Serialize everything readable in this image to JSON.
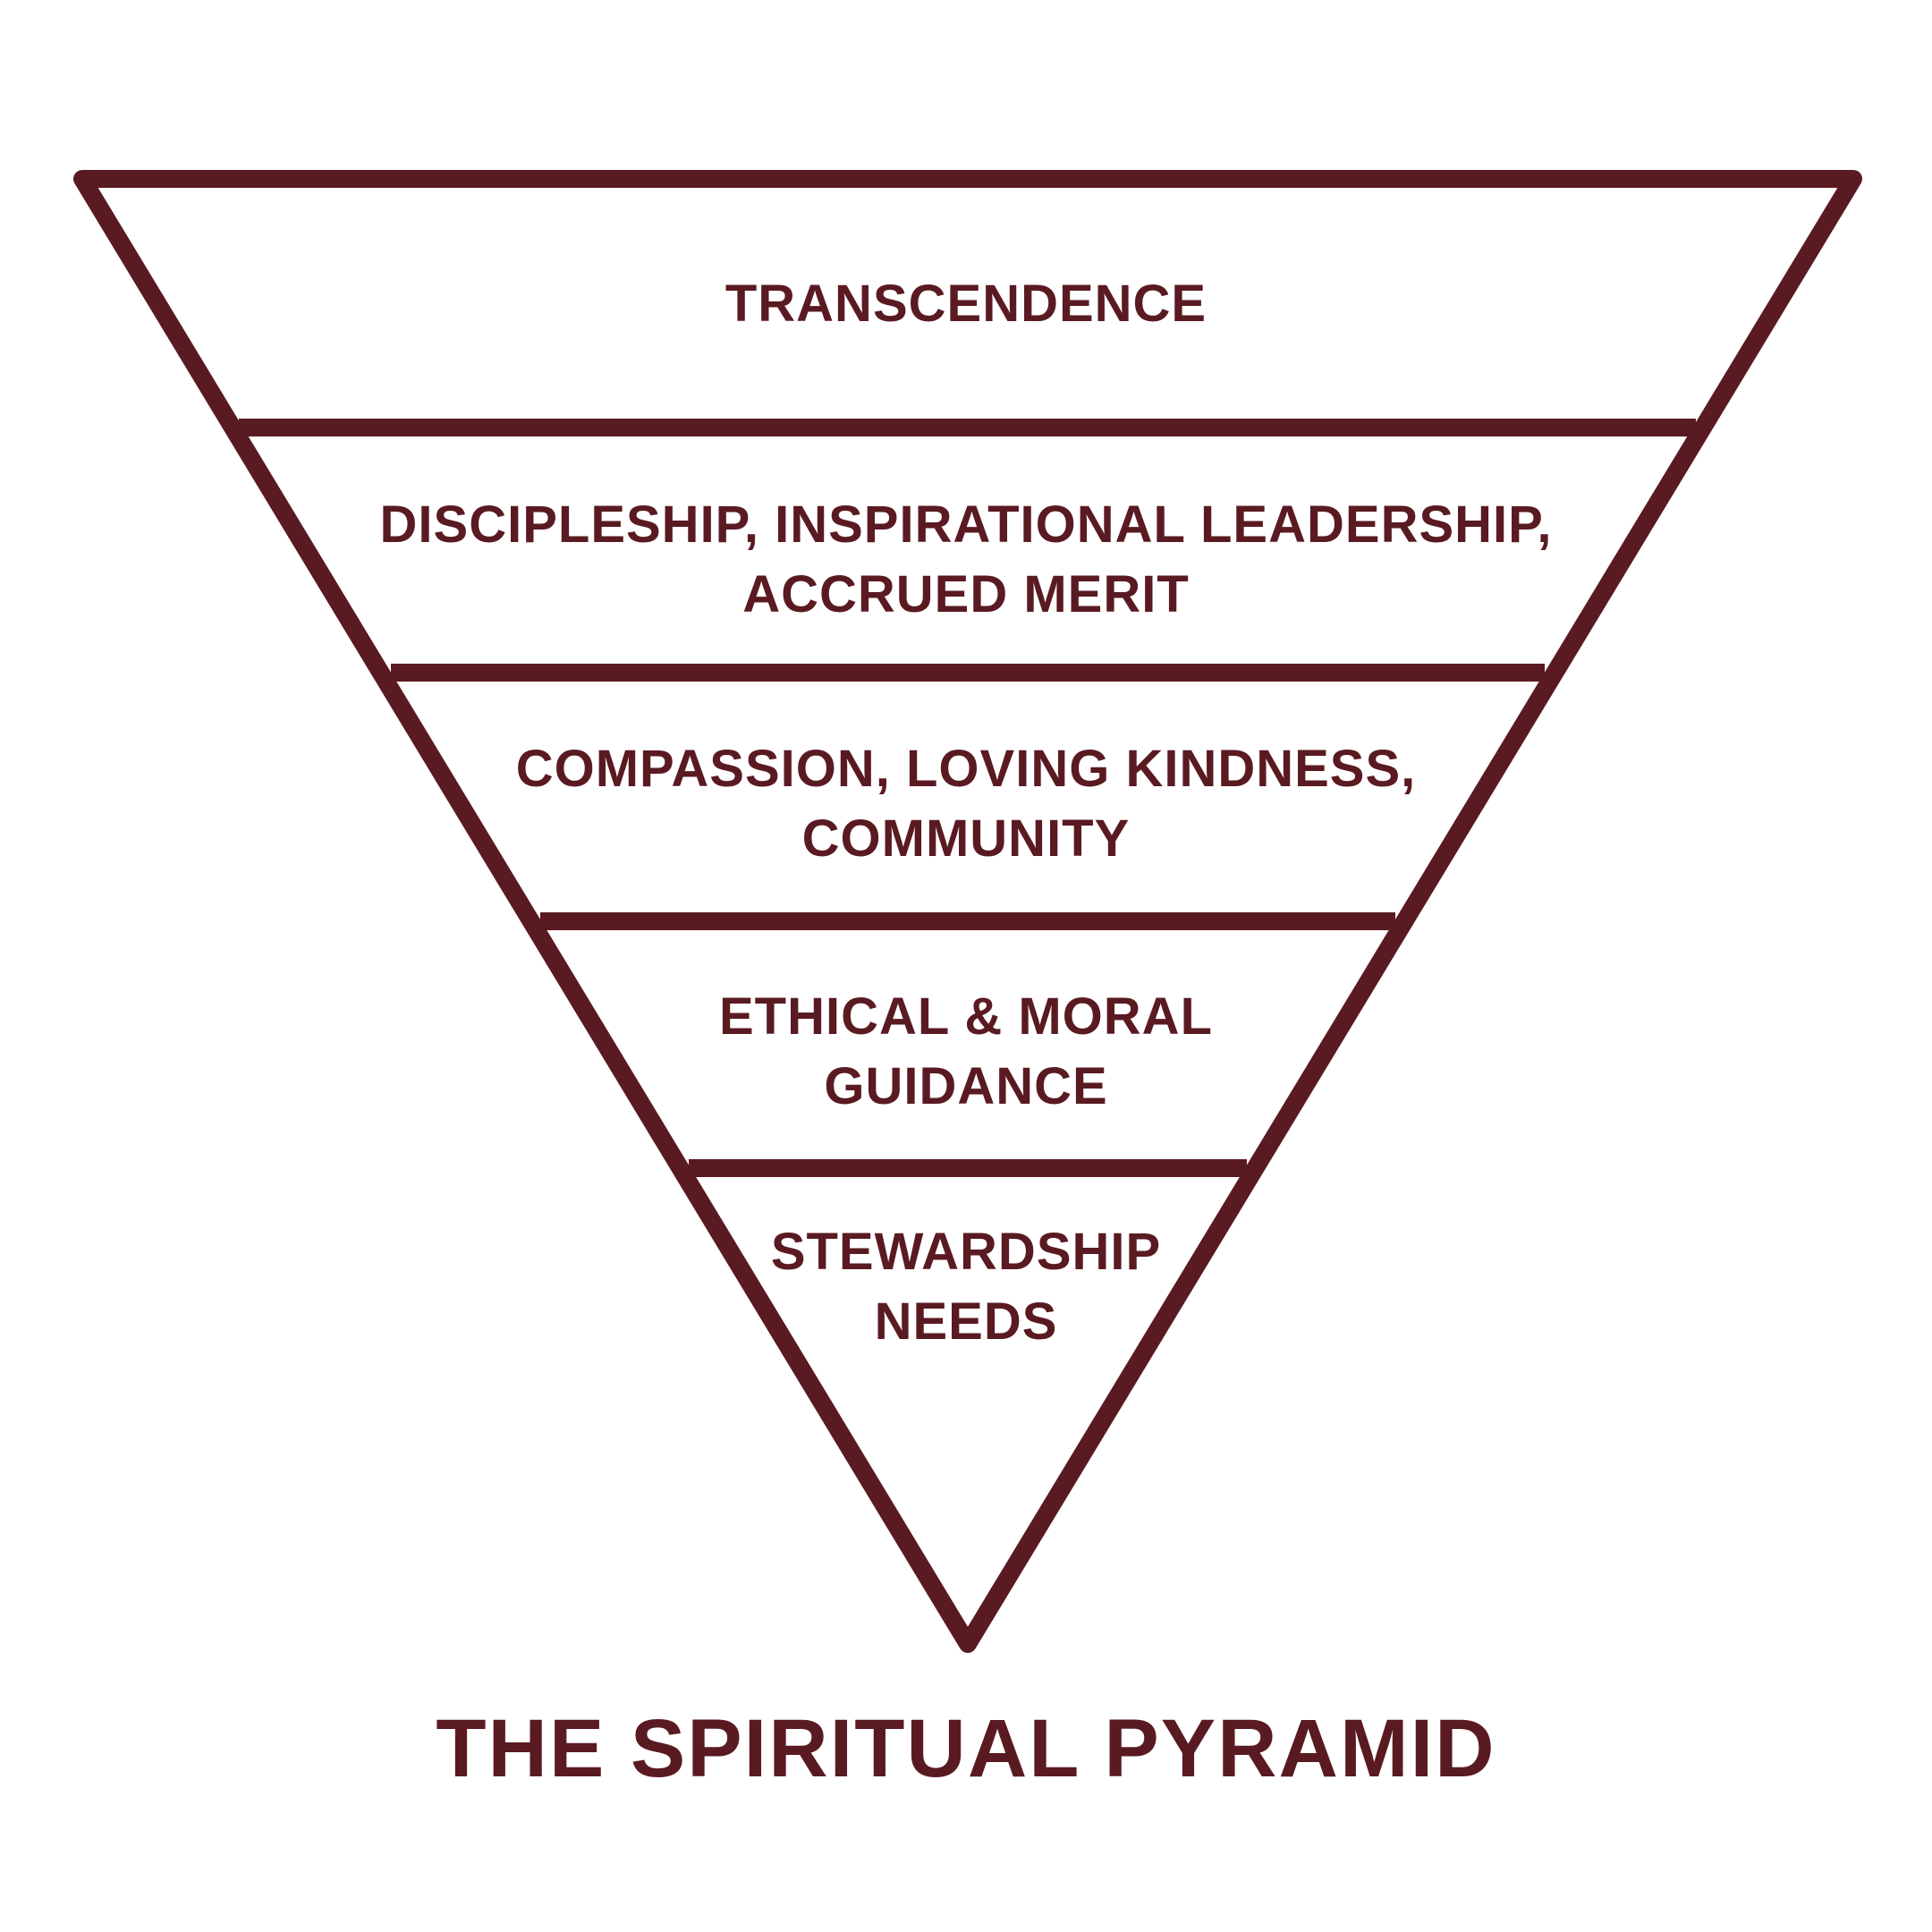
{
  "colors": {
    "stroke": "#5a1a22",
    "text": "#5a1a22",
    "background": "#ffffff"
  },
  "title": "THE SPIRITUAL PYRAMID",
  "tiers": [
    {
      "line1": "TRANSCENDENCE",
      "line2": ""
    },
    {
      "line1": "DISCIPLESHIP, INSPIRATIONAL LEADERSHIP,",
      "line2": "ACCRUED MERIT"
    },
    {
      "line1": "COMPASSION, LOVING KINDNESS,",
      "line2": "COMMUNITY"
    },
    {
      "line1": "ETHICAL & MORAL",
      "line2": "GUIDANCE"
    },
    {
      "line1": "STEWARDSHIP",
      "line2": "NEEDS"
    }
  ]
}
